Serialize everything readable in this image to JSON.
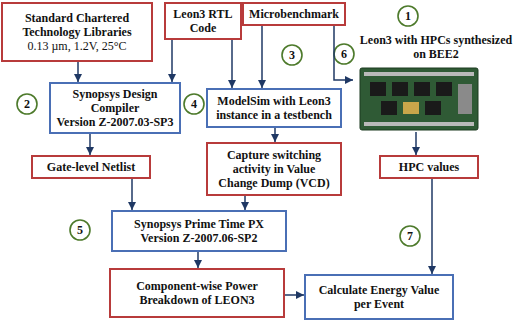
{
  "diagram": {
    "nodes": [
      {
        "text": [
          "Standard Chartered Technology Libraries",
          "0.13 µm, 1.2V, 25°C"
        ]
      },
      {
        "text": [
          "Leon3 RTL Code"
        ]
      },
      {
        "text": [
          "Microbenchmark"
        ]
      },
      {
        "text": [
          "Leon3 with HPCs synthesized on BEE2"
        ]
      },
      {
        "text": [
          "Synopsys Design Compiler",
          "Version Z-2007.03-SP3"
        ]
      },
      {
        "text": [
          "ModelSim with Leon3 instance in a testbench"
        ]
      },
      {
        "text": [
          "Gate-level Netlist"
        ]
      },
      {
        "text": [
          "Capture switching activity in Value Change Dump (VCD)"
        ]
      },
      {
        "text": [
          "HPC values"
        ]
      },
      {
        "text": [
          "Synopsys Prime Time PX",
          "Version Z-2007.06-SP2"
        ]
      },
      {
        "text": [
          "Component-wise Power Breakdown of LEON3"
        ]
      },
      {
        "text": [
          "Calculate Energy Value per Event"
        ]
      }
    ],
    "edges": [
      {
        "from": 0,
        "to": 4,
        "arrow": "to"
      },
      {
        "from": 1,
        "to": 4,
        "arrow": "to"
      },
      {
        "from": 1,
        "to": 5,
        "arrow": "to"
      },
      {
        "from": 2,
        "to": 5,
        "arrow": "to"
      },
      {
        "from": 2,
        "to": 3,
        "arrow": "to"
      },
      {
        "from": 3,
        "to": 8,
        "arrow": "to"
      },
      {
        "from": 4,
        "to": 6,
        "arrow": "to"
      },
      {
        "from": 5,
        "to": 7,
        "arrow": "to"
      },
      {
        "from": 6,
        "to": 9,
        "arrow": "to"
      },
      {
        "from": 7,
        "to": 9,
        "arrow": "to"
      },
      {
        "from": 9,
        "to": 10,
        "arrow": "to"
      },
      {
        "from": 10,
        "to": 11,
        "arrow": "to"
      },
      {
        "from": 8,
        "to": 11,
        "arrow": "to"
      }
    ],
    "labels": [
      "1",
      "2",
      "3",
      "4",
      "5",
      "6",
      "7"
    ]
  }
}
